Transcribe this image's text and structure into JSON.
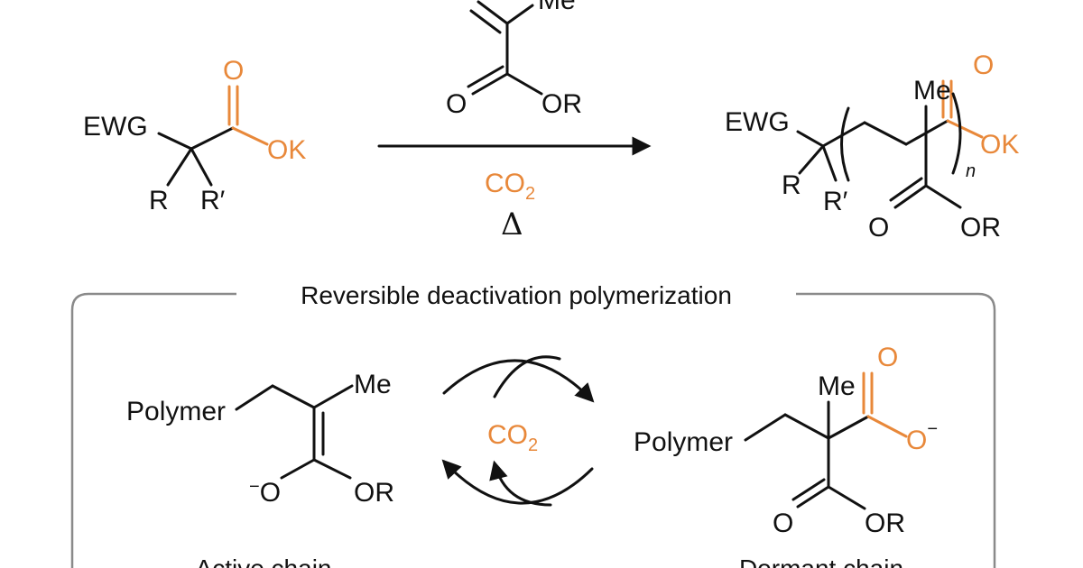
{
  "reaction": {
    "reactant": {
      "ewg": "EWG",
      "r1": "R",
      "r2": "R′",
      "carbonyl_o": "O",
      "ok": "OK"
    },
    "monomer": {
      "me": "Me",
      "o": "O",
      "or": "OR"
    },
    "conditions": {
      "co2": "CO",
      "co2_sub": "2",
      "heat": "Δ"
    },
    "product": {
      "ewg": "EWG",
      "r1": "R",
      "r2": "R′",
      "me": "Me",
      "n": "n",
      "carbonyl_o": "O",
      "ok": "OK",
      "o": "O",
      "or": "OR"
    }
  },
  "mechanism": {
    "title": "Reversible deactivation polymerization",
    "active": {
      "polymer": "Polymer",
      "me": "Me",
      "o_minus": "O",
      "or": "OR",
      "caption": "Active chain"
    },
    "equilibrium": {
      "co2": "CO",
      "co2_sub": "2"
    },
    "dormant": {
      "polymer": "Polymer",
      "me": "Me",
      "carbonyl_o": "O",
      "o_minus": "O",
      "o": "O",
      "or": "OR",
      "caption": "Dormant chain"
    }
  },
  "colors": {
    "highlight": "#e8883a",
    "ink": "#111111",
    "frame": "#8a8a8a"
  }
}
